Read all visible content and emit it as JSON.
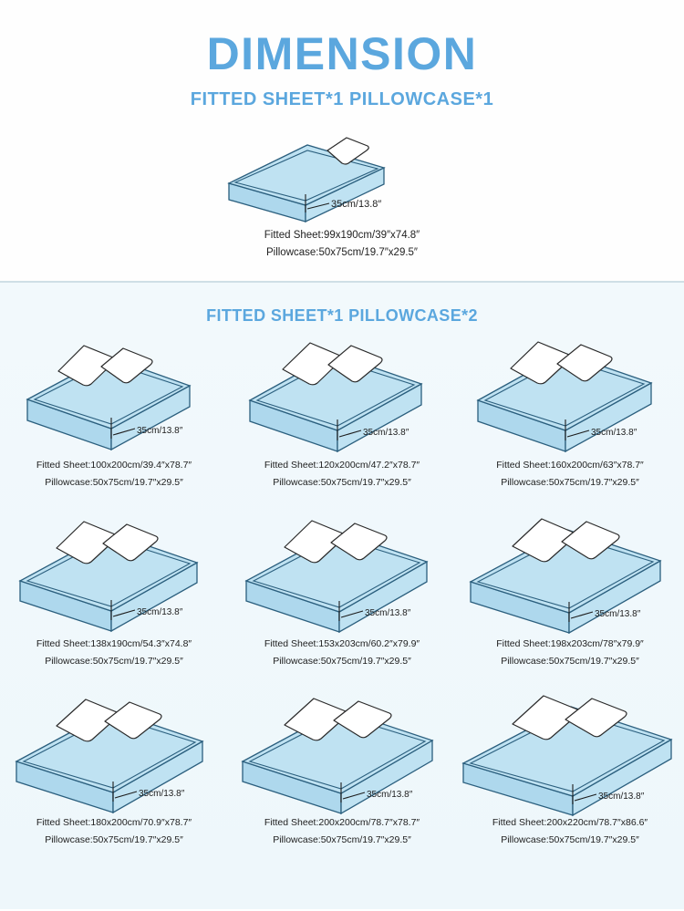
{
  "hero": {
    "title": "DIMENSION",
    "subtitle": "FITTED SHEET*1  PILLOWCASE*1",
    "depth_label": "35cm/13.8″",
    "fitted_sheet": "Fitted Sheet:99x190cm/39″x74.8″",
    "pillowcase": "Pillowcase:50x75cm/19.7″x29.5″"
  },
  "grid_section": {
    "title": "FITTED SHEET*1  PILLOWCASE*2",
    "items": [
      {
        "depth_label": "35cm/13.8″",
        "fitted_sheet": "Fitted Sheet:100x200cm/39.4″x78.7″",
        "pillowcase": "Pillowcase:50x75cm/19.7″x29.5″"
      },
      {
        "depth_label": "35cm/13.8″",
        "fitted_sheet": "Fitted Sheet:120x200cm/47.2″x78.7″",
        "pillowcase": "Pillowcase:50x75cm/19.7″x29.5″"
      },
      {
        "depth_label": "35cm/13.8″",
        "fitted_sheet": "Fitted Sheet:160x200cm/63″x78.7″",
        "pillowcase": "Pillowcase:50x75cm/19.7″x29.5″"
      },
      {
        "depth_label": "35cm/13.8″",
        "fitted_sheet": "Fitted Sheet:138x190cm/54.3″x74.8″",
        "pillowcase": "Pillowcase:50x75cm/19.7″x29.5″"
      },
      {
        "depth_label": "35cm/13.8″",
        "fitted_sheet": "Fitted Sheet:153x203cm/60.2″x79.9″",
        "pillowcase": "Pillowcase:50x75cm/19.7″x29.5″"
      },
      {
        "depth_label": "35cm/13.8″",
        "fitted_sheet": "Fitted Sheet:198x203cm/78″x79.9″",
        "pillowcase": "Pillowcase:50x75cm/19.7″x29.5″"
      },
      {
        "depth_label": "35cm/13.8″",
        "fitted_sheet": "Fitted Sheet:180x200cm/70.9″x78.7″",
        "pillowcase": "Pillowcase:50x75cm/19.7″x29.5″"
      },
      {
        "depth_label": "35cm/13.8″",
        "fitted_sheet": "Fitted Sheet:200x200cm/78.7″x78.7″",
        "pillowcase": "Pillowcase:50x75cm/19.7″x29.5″"
      },
      {
        "depth_label": "35cm/13.8″",
        "fitted_sheet": "Fitted Sheet:200x220cm/78.7″x86.6″",
        "pillowcase": "Pillowcase:50x75cm/19.7″x29.5″"
      }
    ]
  },
  "colors": {
    "title_blue": "#5ba7de",
    "mattress_fill": "#bfe2f2",
    "mattress_side": "#aed8ed",
    "outline": "#2b5f7e",
    "section_bg": "#f2f9fc"
  }
}
